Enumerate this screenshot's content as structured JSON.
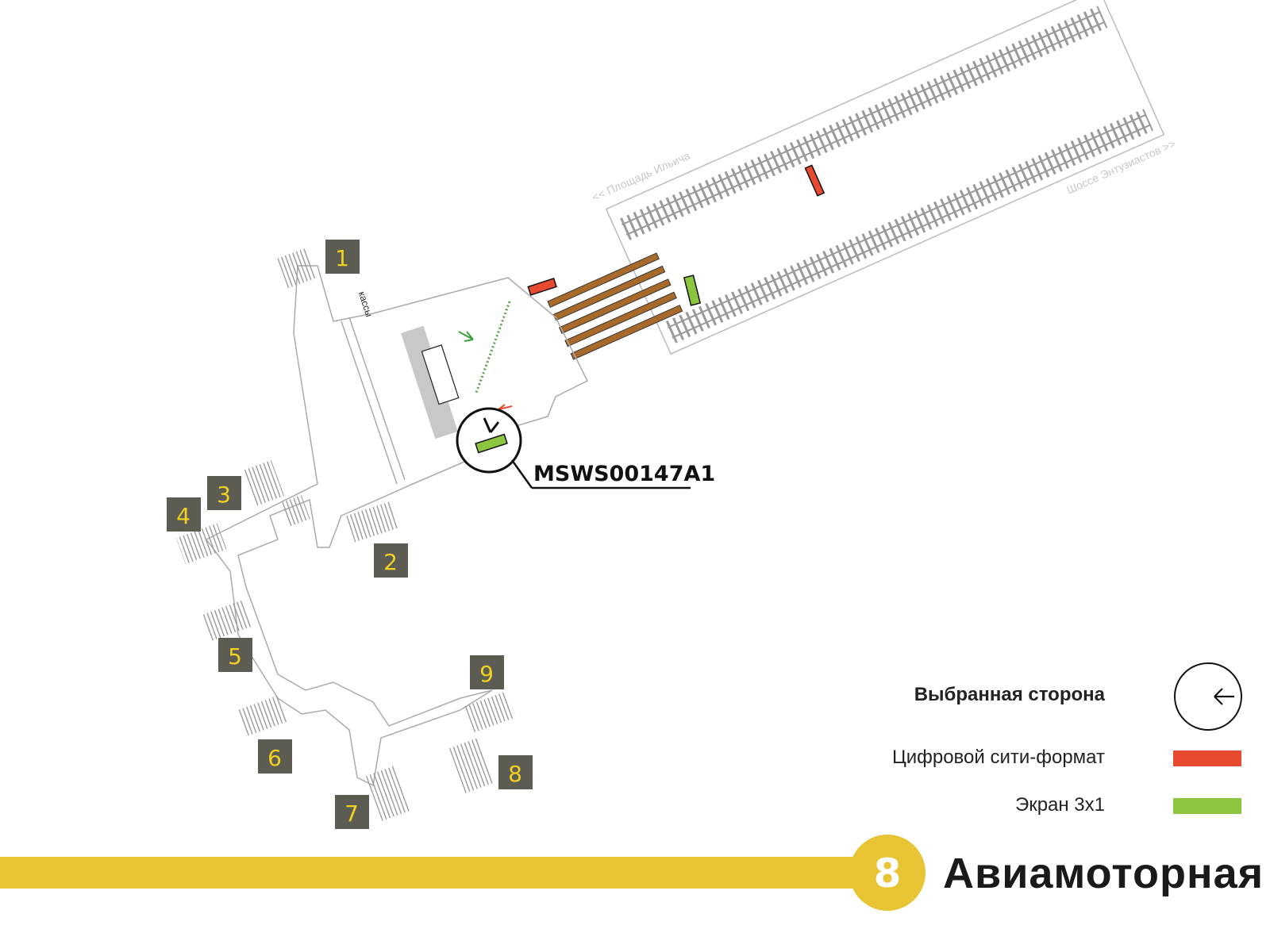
{
  "station": {
    "line_number": "8",
    "name": "Авиамоторная",
    "line_color": "#e8c434"
  },
  "exits": [
    "1",
    "2",
    "3",
    "4",
    "5",
    "6",
    "7",
    "8",
    "9"
  ],
  "labels": {
    "kassy": "кассы",
    "direction_left": "<< Площадь Ильича",
    "direction_right": "Шоссе Энтузиастов >>",
    "selected_code": "MSWS00147A1"
  },
  "legend": {
    "selected_side": "Выбранная сторона",
    "digital_city_format": "Цифровой сити-формат",
    "screen_3x1": "Экран 3х1",
    "colors": {
      "digital_city_format": "#e84a2f",
      "screen_3x1": "#8cc63f"
    }
  },
  "icons": [
    "arrow-left-icon",
    "arrow-down-icon",
    "direction-arrow-icon"
  ]
}
